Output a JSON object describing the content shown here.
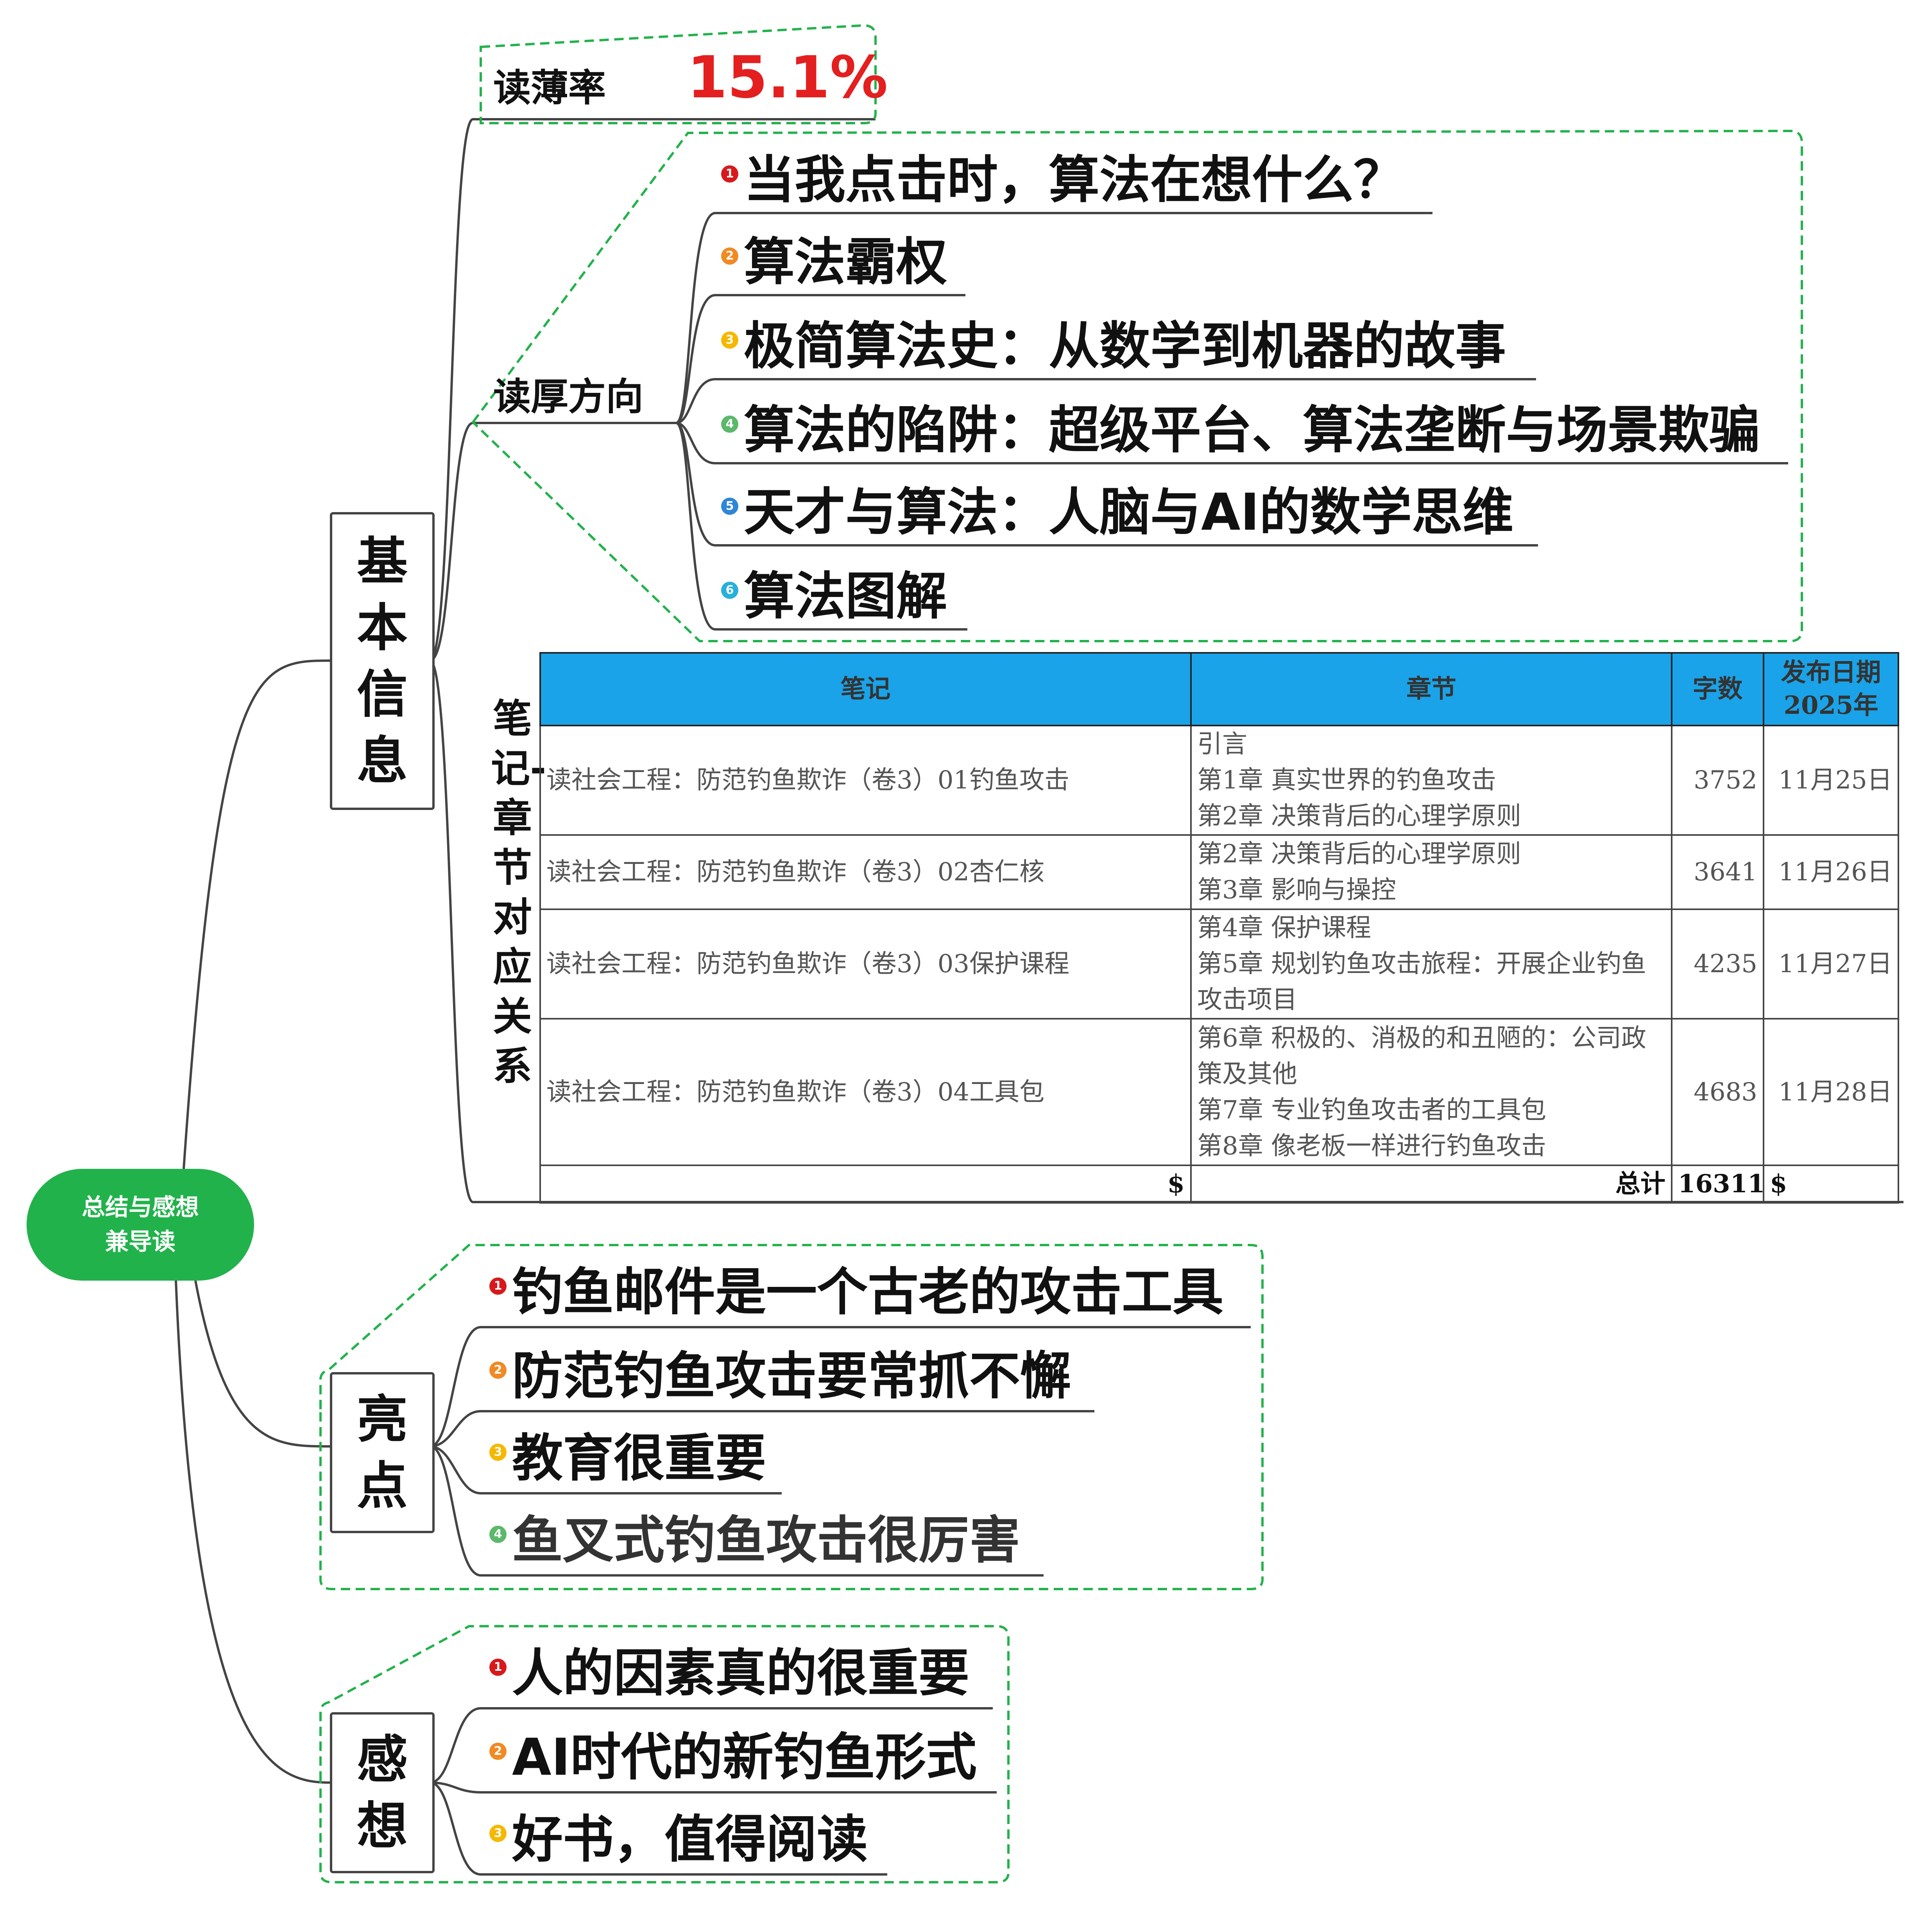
{
  "root": {
    "line1": "总结与感想",
    "line2": "兼导读"
  },
  "branches": {
    "basic": {
      "title": "基本信息",
      "read_thin_label": "读薄率",
      "read_thin_value": "15.1%",
      "read_thick_label": "读厚方向",
      "read_thick_items": [
        {
          "n": "1",
          "text": "当我点击时，算法在想什么？"
        },
        {
          "n": "2",
          "text": "算法霸权"
        },
        {
          "n": "3",
          "text": "极简算法史：从数学到机器的故事"
        },
        {
          "n": "4",
          "text": "算法的陷阱：超级平台、算法垄断与场景欺骗"
        },
        {
          "n": "5",
          "text": "天才与算法：人脑与AI的数学思维"
        },
        {
          "n": "6",
          "text": "算法图解"
        }
      ],
      "mapping_label": "笔记-章节对应关系",
      "table": {
        "headers": [
          "笔记",
          "章节",
          "字数",
          "发布日期",
          "2025年"
        ],
        "rows": [
          {
            "note": "读社会工程：防范钓鱼欺诈（卷3）01钓鱼攻击",
            "chapters": [
              "引言",
              "第1章 真实世界的钓鱼攻击",
              "第2章 决策背后的心理学原则"
            ],
            "words": "3752",
            "date": "11月25日"
          },
          {
            "note": "读社会工程：防范钓鱼欺诈（卷3）02杏仁核",
            "chapters": [
              "第2章 决策背后的心理学原则",
              "第3章 影响与操控"
            ],
            "words": "3641",
            "date": "11月26日"
          },
          {
            "note": "读社会工程：防范钓鱼欺诈（卷3）03保护课程",
            "chapters": [
              "第4章 保护课程",
              "第5章 规划钓鱼攻击旅程：开展企业钓鱼攻击项目"
            ],
            "words": "4235",
            "date": "11月27日"
          },
          {
            "note": "读社会工程：防范钓鱼欺诈（卷3）04工具包",
            "chapters": [
              "第6章 积极的、消极的和丑陋的：公司政策及其他",
              "第7章 专业钓鱼攻击者的工具包",
              "第8章 像老板一样进行钓鱼攻击"
            ],
            "words": "4683",
            "date": "11月28日"
          }
        ],
        "total": {
          "c1": "$",
          "c2": "总计",
          "c3": "16311",
          "c4": "$"
        }
      }
    },
    "highlights": {
      "title": "亮点",
      "items": [
        {
          "n": "1",
          "text": "钓鱼邮件是一个古老的攻击工具"
        },
        {
          "n": "2",
          "text": "防范钓鱼攻击要常抓不懈"
        },
        {
          "n": "3",
          "text": "教育很重要"
        },
        {
          "n": "4",
          "text": "鱼叉式钓鱼攻击很厉害"
        }
      ]
    },
    "thoughts": {
      "title": "感想",
      "items": [
        {
          "n": "1",
          "text": "人的因素真的很重要"
        },
        {
          "n": "2",
          "text": "AI时代的新钓鱼形式"
        },
        {
          "n": "3",
          "text": "好书，值得阅读"
        }
      ]
    }
  },
  "colors": {
    "root": "#22b24c",
    "dashed": "#22b24c",
    "table_header": "#1aa3e8",
    "rate": "#e41f1f"
  }
}
